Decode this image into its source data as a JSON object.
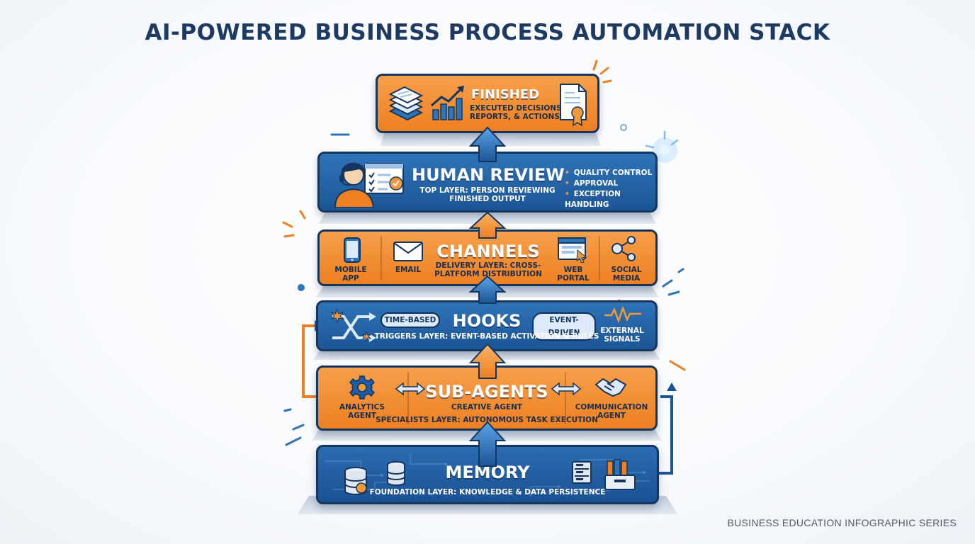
{
  "title": "AI-POWERED BUSINESS PROCESS AUTOMATION STACK",
  "footer": "BUSINESS EDUCATION INFOGRAPHIC SERIES",
  "layers": {
    "finished": {
      "title": "FINISHED",
      "desc_line1": "EXECUTED DECISIONS,",
      "desc_line2": "REPORTS, & ACTIONS",
      "icons": [
        "documents-stack-icon",
        "growth-chart-icon",
        "certificate-icon"
      ]
    },
    "human_review": {
      "title": "HUMAN REVIEW",
      "desc_line1": "TOP LAYER: PERSON REVIEWING",
      "desc_line2": "FINISHED OUTPUT",
      "bullets": [
        "QUALITY CONTROL",
        "APPROVAL",
        "EXCEPTION HANDLING"
      ],
      "icons": [
        "reviewer-headset-icon",
        "checklist-icon"
      ]
    },
    "channels": {
      "title": "CHANNELS",
      "desc_line1": "DELIVERY LAYER: CROSS-",
      "desc_line2": "PLATFORM DISTRIBUTION",
      "items": [
        {
          "line1": "MOBILE",
          "line2": "APP",
          "icon": "mobile-phone-icon"
        },
        {
          "line1": "EMAIL",
          "line2": "",
          "icon": "envelope-icon"
        },
        {
          "line1": "WEB",
          "line2": "PORTAL",
          "icon": "browser-window-icon"
        },
        {
          "line1": "SOCIAL",
          "line2": "MEDIA",
          "icon": "share-network-icon"
        }
      ]
    },
    "hooks": {
      "title": "HOOKS",
      "desc": "TRIGGERS LAYER: EVENT-BASED ACTIVATION & RULES",
      "pills": [
        "TIME-BASED",
        "EVENT-DRIVEN"
      ],
      "external_line1": "EXTERNAL",
      "external_line2": "SIGNALS",
      "icons": [
        "shuffle-trigger-icon",
        "signal-wave-icon"
      ]
    },
    "sub_agents": {
      "title": "SUB-AGENTS",
      "desc": "SPECIALISTS LAYER: AUTONOMOUS TASK EXECUTION",
      "agents": [
        {
          "line1": "ANALYTICS",
          "line2": "AGENT",
          "icon": "gear-icon"
        },
        {
          "line1": "CREATIVE AGENT",
          "line2": ""
        },
        {
          "line1": "COMMUNICATION",
          "line2": "AGENT",
          "icon": "handshake-icon"
        }
      ]
    },
    "memory": {
      "title": "MEMORY",
      "desc": "FOUNDATION LAYER: KNOWLEDGE & DATA PERSISTENCE",
      "icons": [
        "database-icon",
        "server-icon",
        "file-cabinet-icon"
      ]
    }
  },
  "colors": {
    "orange": "#ee7f22",
    "blue": "#1c5596",
    "navy": "#14365e",
    "title": "#1d3a63"
  }
}
